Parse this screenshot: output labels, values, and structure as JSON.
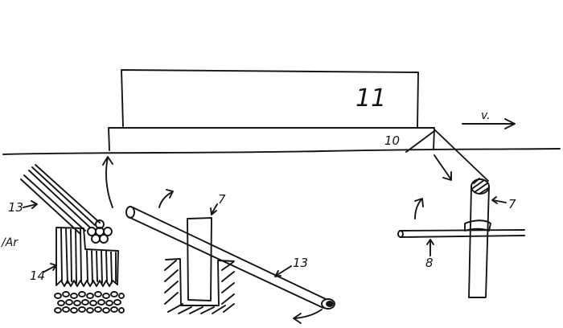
{
  "labels": {
    "slab": "11",
    "base": "10",
    "velocity": "v.",
    "pipe_left": "7",
    "pipe_right": "7",
    "rod": "8",
    "bundle": "13",
    "inclined_pipe": "13",
    "plates": "14",
    "side_text": "/Ar"
  }
}
